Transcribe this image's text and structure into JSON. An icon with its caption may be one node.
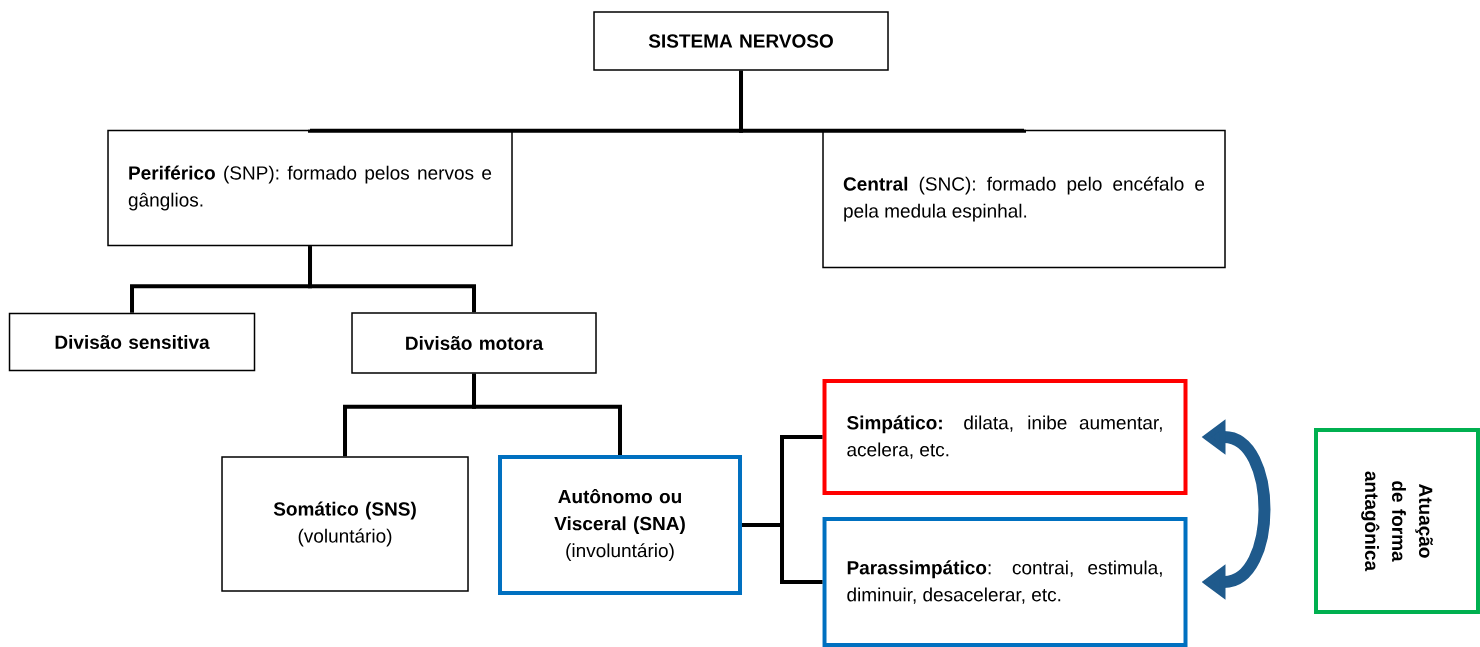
{
  "diagram": {
    "nodes": [
      {
        "text": [
          "SISTEMA NERVOSO"
        ]
      },
      {
        "text": [
          "**Periférico** (SNP): formado pelos nervos e gânglios."
        ]
      },
      {
        "text": [
          "**Central** (SNC): formado pelo encéfalo e pela medula espinhal."
        ]
      },
      {
        "text": [
          "Divisão sensitiva"
        ]
      },
      {
        "text": [
          "Divisão motora"
        ]
      },
      {
        "text": [
          "Somático (SNS)",
          "(voluntário)"
        ]
      },
      {
        "text": [
          "Autônomo ou Visceral (SNA)",
          "(involuntário)"
        ]
      },
      {
        "text": [
          "**Simpático:** dilata, inibe aumentar, acelera, etc."
        ]
      },
      {
        "text": [
          "**Parassimpático**: contrai, estimula, diminuir, desacelerar, etc."
        ]
      },
      {
        "text": [
          "Atuação de forma antagônica"
        ]
      }
    ],
    "edges": [
      {
        "from": 0,
        "to": 1,
        "arrow": "none"
      },
      {
        "from": 0,
        "to": 2,
        "arrow": "none"
      },
      {
        "from": 1,
        "to": 3,
        "arrow": "none"
      },
      {
        "from": 1,
        "to": 4,
        "arrow": "none"
      },
      {
        "from": 4,
        "to": 5,
        "arrow": "none"
      },
      {
        "from": 4,
        "to": 6,
        "arrow": "none"
      },
      {
        "from": 6,
        "to": 7,
        "arrow": "none"
      },
      {
        "from": 6,
        "to": 8,
        "arrow": "none"
      },
      {
        "from": 7,
        "to": 8,
        "arrow": "both",
        "style": "thick",
        "color": "#1f5a8c"
      }
    ]
  }
}
